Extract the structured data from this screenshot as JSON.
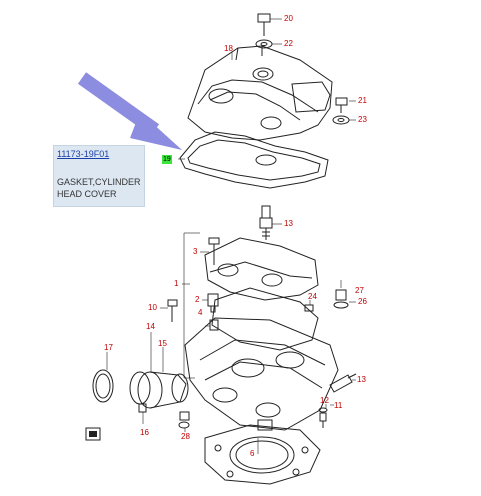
{
  "info_box": {
    "part_number": "11173-19F01",
    "description_line1": "GASKET,CYLINDER",
    "description_line2": "HEAD COVER"
  },
  "callouts": {
    "c1": "1",
    "c2": "2",
    "c3": "3",
    "c4": "4",
    "c6": "6",
    "c10": "10",
    "c11": "11",
    "c12": "12",
    "c13a": "13",
    "c13b": "13",
    "c14": "14",
    "c15": "15",
    "c16": "16",
    "c17": "17",
    "c18": "18",
    "c19": "19",
    "c20": "20",
    "c21": "21",
    "c22": "22",
    "c23": "23",
    "c24": "24",
    "c26": "26",
    "c27": "27",
    "c28": "28"
  },
  "colors": {
    "callout_text": "#c00000",
    "highlight": "#39e639",
    "arrow": "#8c8ce0",
    "info_box_bg": "#dde7f2",
    "line_art": "#222222"
  }
}
